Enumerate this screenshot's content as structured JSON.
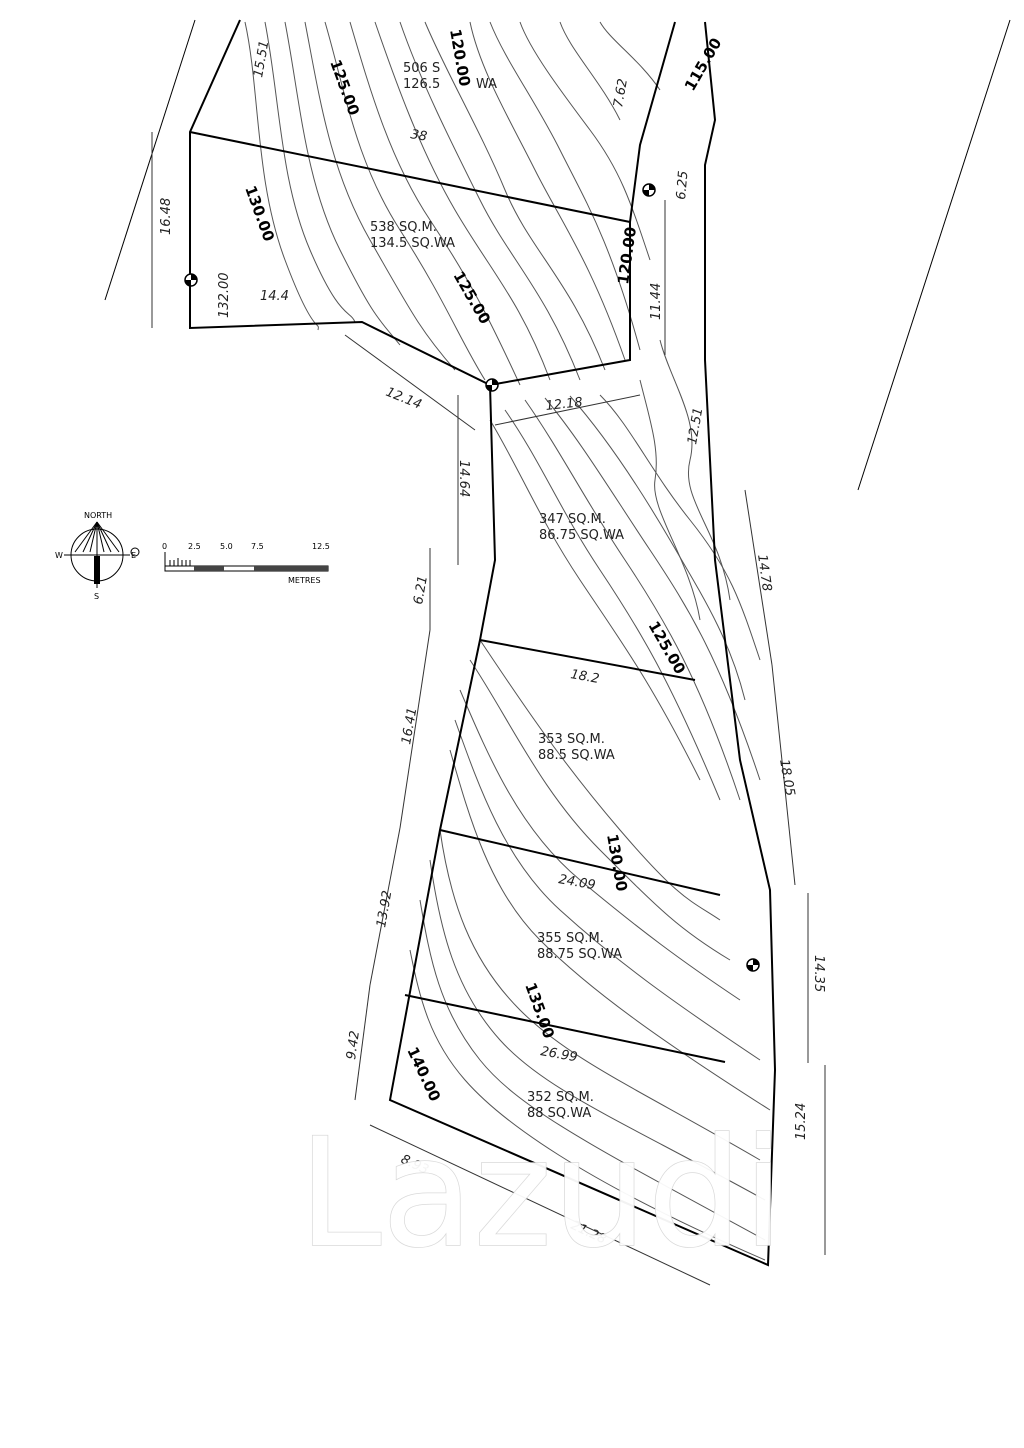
{
  "lots": [
    {
      "area": "506 S",
      "wa": "126.5",
      "wa_suffix": "WA"
    },
    {
      "area": "538 SQ.M.",
      "wa": "134.5 SQ.WA"
    },
    {
      "area": "347 SQ.M.",
      "wa": "86.75 SQ.WA"
    },
    {
      "area": "353 SQ.M.",
      "wa": "88.5 SQ.WA"
    },
    {
      "area": "355 SQ.M.",
      "wa": "88.75 SQ.WA"
    },
    {
      "area": "352 SQ.M.",
      "wa": "88 SQ.WA"
    }
  ],
  "dimensions": [
    "15.51",
    "38",
    "7.62",
    "6.25",
    "16.48",
    "132.00",
    "14.4",
    "11.44",
    "12.14",
    "12.18",
    "12.51",
    "14.64",
    "14.78",
    "6.21",
    "18.2",
    "16.41",
    "18.05",
    "24.09",
    "13.92",
    "14.35",
    "9.42",
    "26.99",
    "8.93",
    "21.28",
    "15.24"
  ],
  "contours": [
    "125.00",
    "120.00",
    "115.00",
    "130.00",
    "125.00",
    "120.00",
    "125.00",
    "130.00",
    "135.00",
    "140.00"
  ],
  "compass": {
    "north": "NORTH",
    "south": "S",
    "east": "E",
    "west": "W"
  },
  "scale": {
    "ticks": [
      "0",
      "2.5",
      "5.0",
      "7.5",
      "12.5"
    ],
    "unit": "METRES"
  },
  "watermark": "Lazudi"
}
